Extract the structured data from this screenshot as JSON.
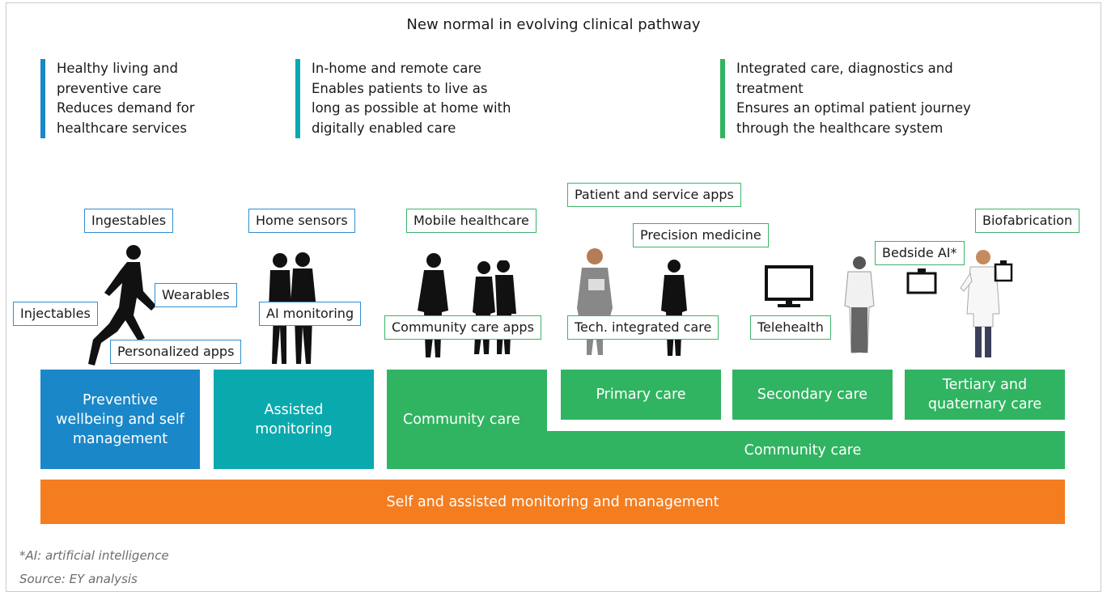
{
  "title": "New normal in evolving clinical pathway",
  "colors": {
    "preventive": "#0a85cf",
    "assisted": "#00abb0",
    "green": "#2db564",
    "orange": "#f47d20",
    "bar_preventive": "#1a87c9",
    "bar_assisted": "#0aa9ad",
    "bar_green": "#30b461"
  },
  "categories": [
    {
      "heading": [
        "Healthy living and",
        "preventive care"
      ],
      "body": [
        "Reduces demand for",
        "healthcare services"
      ]
    },
    {
      "heading": [
        "In-home and remote care"
      ],
      "body": [
        "Enables patients to live as",
        "long as possible at home with",
        "digitally enabled care"
      ]
    },
    {
      "heading": [
        "Integrated care, diagnostics and",
        "treatment"
      ],
      "body": [
        "Ensures an optimal patient journey",
        "through the healthcare system"
      ]
    }
  ],
  "tags": {
    "ingestables": "Ingestables",
    "home_sensors": "Home sensors",
    "mobile_healthcare": "Mobile healthcare",
    "patient_service_apps": "Patient and service apps",
    "precision_medicine": "Precision medicine",
    "biofabrication": "Biofabrication",
    "bedside_ai": "Bedside AI*",
    "wearables": "Wearables",
    "injectables": "Injectables",
    "ai_monitoring": "AI monitoring",
    "personalized_apps": "Personalized apps",
    "community_care_apps": "Community care apps",
    "tech_integrated_care": "Tech. integrated care",
    "telehealth": "Telehealth"
  },
  "blocks": {
    "preventive": [
      "Preventive",
      "wellbeing and self",
      "management"
    ],
    "assisted": [
      "Assisted",
      "monitoring"
    ],
    "community_care": "Community care",
    "primary_care": "Primary care",
    "secondary_care": "Secondary care",
    "tertiary": [
      "Tertiary and",
      "quaternary care"
    ],
    "community_care_bar": "Community care",
    "self_assisted": "Self and assisted monitoring and management"
  },
  "footnotes": {
    "ai": "*AI: artificial intelligence",
    "source": "Source: EY analysis"
  }
}
